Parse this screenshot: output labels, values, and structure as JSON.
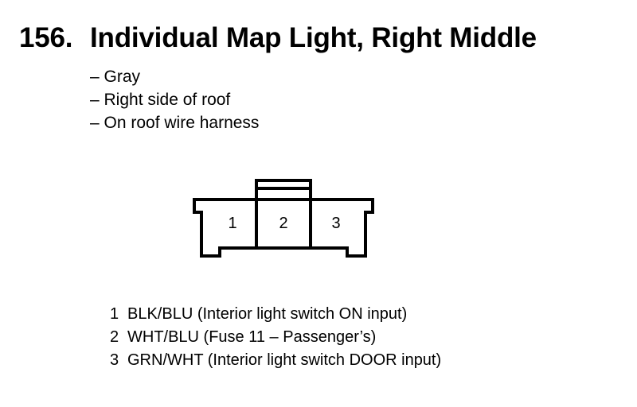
{
  "title": {
    "number": "156.",
    "text": "Individual Map Light, Right Middle"
  },
  "details": [
    "– Gray",
    "– Right side of roof",
    "– On roof wire harness"
  ],
  "connector": {
    "pins": [
      "1",
      "2",
      "3"
    ]
  },
  "wires": [
    {
      "pin": "1",
      "desc": "BLK/BLU (Interior light switch ON input)"
    },
    {
      "pin": "2",
      "desc": "WHT/BLU (Fuse 11 – Passenger’s)"
    },
    {
      "pin": "3",
      "desc": "GRN/WHT (Interior light switch DOOR input)"
    }
  ]
}
